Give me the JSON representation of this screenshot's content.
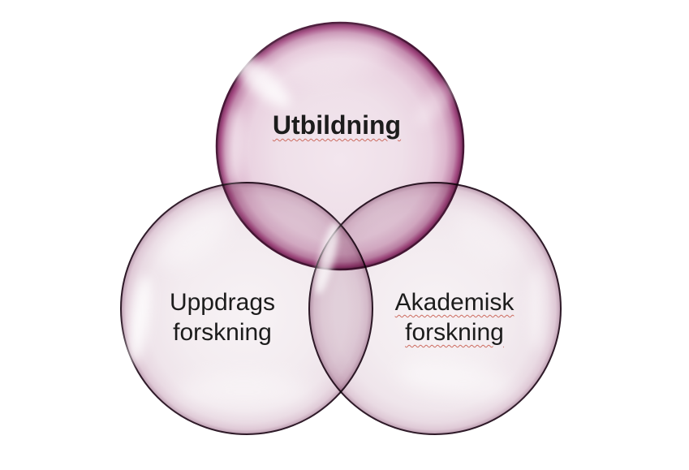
{
  "diagram": {
    "type": "venn-3-circles",
    "background_color": "#FFFFFF",
    "text_color": "#1C1C1C",
    "spellcheck_underline_color": "#CC6B5F",
    "gloss_color": "#FFFFFF",
    "colors": {
      "top_gradient": [
        "#F3E6EE",
        "#EFE0E9",
        "#EAD3E1",
        "#DDB7CE",
        "#C288AC",
        "#A1477F",
        "#702A56"
      ],
      "top_stroke": "#471636",
      "bottom_gradient": [
        "#F7F2F5",
        "#F3ECF0",
        "#EFE5EB",
        "#E9DAE3",
        "#DFC9D6",
        "#C5A8BA",
        "#8A6A7E"
      ],
      "bottom_stroke": "#2E1A28",
      "gloss": "#FFFFFF"
    },
    "circles": [
      {
        "id": "utbildning",
        "lines": [
          "Utbildning"
        ]
      },
      {
        "id": "uppdrags-forskning",
        "lines": [
          "Uppdrags",
          "forskning"
        ]
      },
      {
        "id": "akademisk-forskning",
        "lines": [
          "Akademisk",
          "forskning"
        ]
      }
    ]
  }
}
